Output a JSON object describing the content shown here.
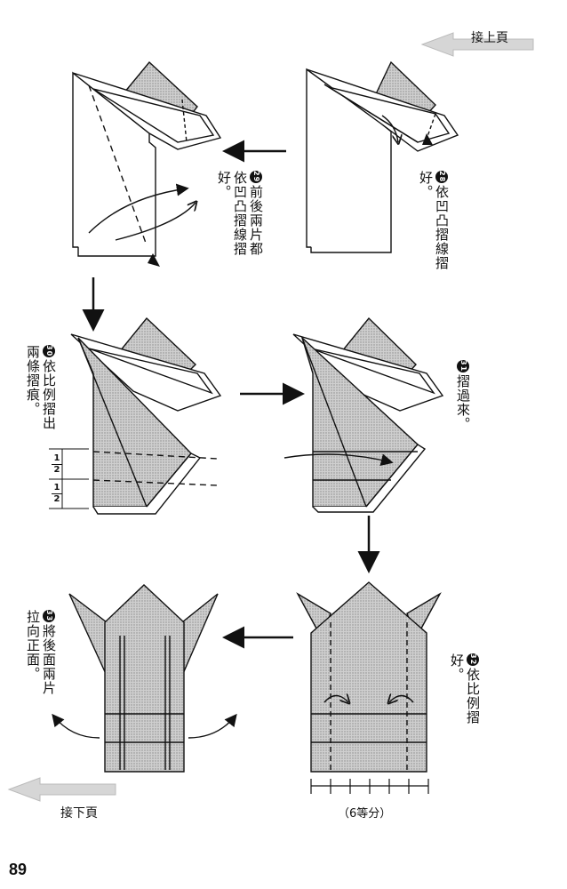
{
  "nav": {
    "prev_label": "接上頁",
    "next_label": "接下頁"
  },
  "page_number": "89",
  "steps": [
    {
      "num": "28",
      "text": "依凹凸摺線摺好。"
    },
    {
      "num": "29",
      "text": "前後兩片都依凹凸摺線摺好。"
    },
    {
      "num": "30",
      "text": "依比例摺出兩條摺痕。"
    },
    {
      "num": "31",
      "text": "摺過來。"
    },
    {
      "num": "32",
      "text": "依比例摺好。"
    },
    {
      "num": "33",
      "text": "將後面兩片拉向正面。"
    }
  ],
  "fraction": {
    "numerator": "1",
    "denominator": "2"
  },
  "division_label": "（6等分）",
  "colors": {
    "shade": "#bdbdbd",
    "line": "#111111",
    "nav_arrow": "#cfcfcf"
  }
}
